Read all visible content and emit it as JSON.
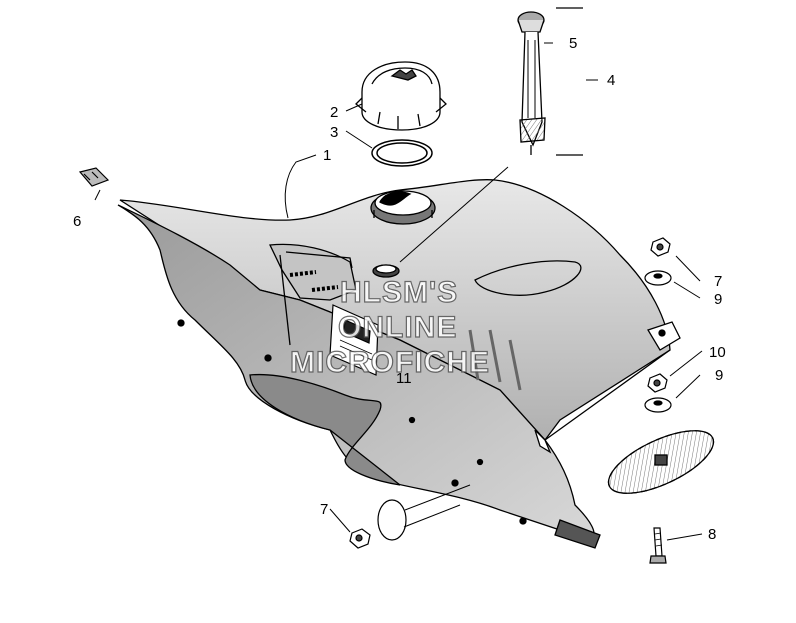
{
  "diagram": {
    "callouts": [
      {
        "id": "c1",
        "label": "1"
      },
      {
        "id": "c2",
        "label": "2"
      },
      {
        "id": "c3",
        "label": "3"
      },
      {
        "id": "c4",
        "label": "4"
      },
      {
        "id": "c5",
        "label": "5"
      },
      {
        "id": "c6",
        "label": "6"
      },
      {
        "id": "c7a",
        "label": "7"
      },
      {
        "id": "c7b",
        "label": "7"
      },
      {
        "id": "c8",
        "label": "8"
      },
      {
        "id": "c9a",
        "label": "9"
      },
      {
        "id": "c9b",
        "label": "9"
      },
      {
        "id": "c10",
        "label": "10"
      },
      {
        "id": "c11",
        "label": "11"
      }
    ],
    "watermark": {
      "line1": "HLSM'S",
      "line2": "ONLINE",
      "line3": "MICROFICHE"
    }
  }
}
